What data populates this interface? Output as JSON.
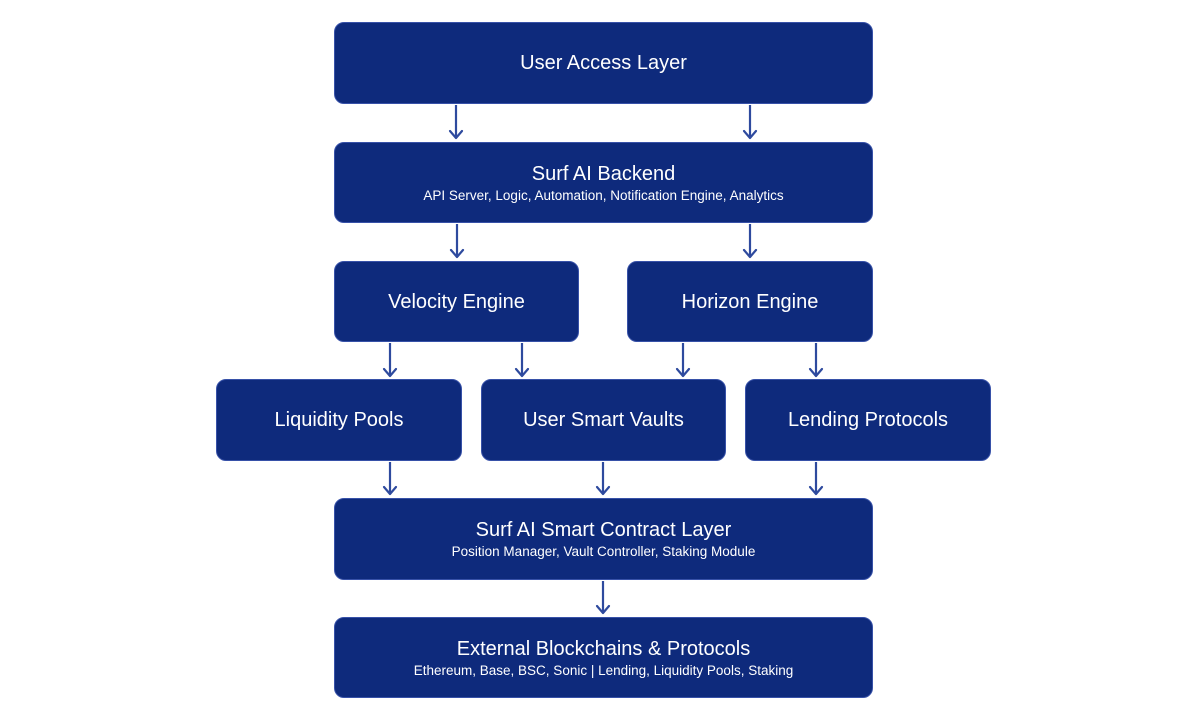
{
  "diagram": {
    "access": {
      "title": "User Access Layer"
    },
    "backend": {
      "title": "Surf AI Backend",
      "subtitle": "API Server, Logic, Automation, Notification Engine, Analytics"
    },
    "velocity": {
      "title": "Velocity Engine"
    },
    "horizon": {
      "title": "Horizon Engine"
    },
    "pools": {
      "title": "Liquidity Pools"
    },
    "vaults": {
      "title": "User Smart Vaults"
    },
    "lending": {
      "title": "Lending Protocols"
    },
    "contract": {
      "title": "Surf AI Smart Contract Layer",
      "subtitle": "Position Manager, Vault Controller, Staking Module"
    },
    "external": {
      "title": "External Blockchains & Protocols",
      "subtitle": "Ethereum, Base, BSC, Sonic | Lending, Liquidity Pools, Staking"
    }
  },
  "colors": {
    "box_fill": "#0e2a7c",
    "box_border": "#3751a8",
    "arrow": "#2e4a9e",
    "text": "#ffffff"
  }
}
